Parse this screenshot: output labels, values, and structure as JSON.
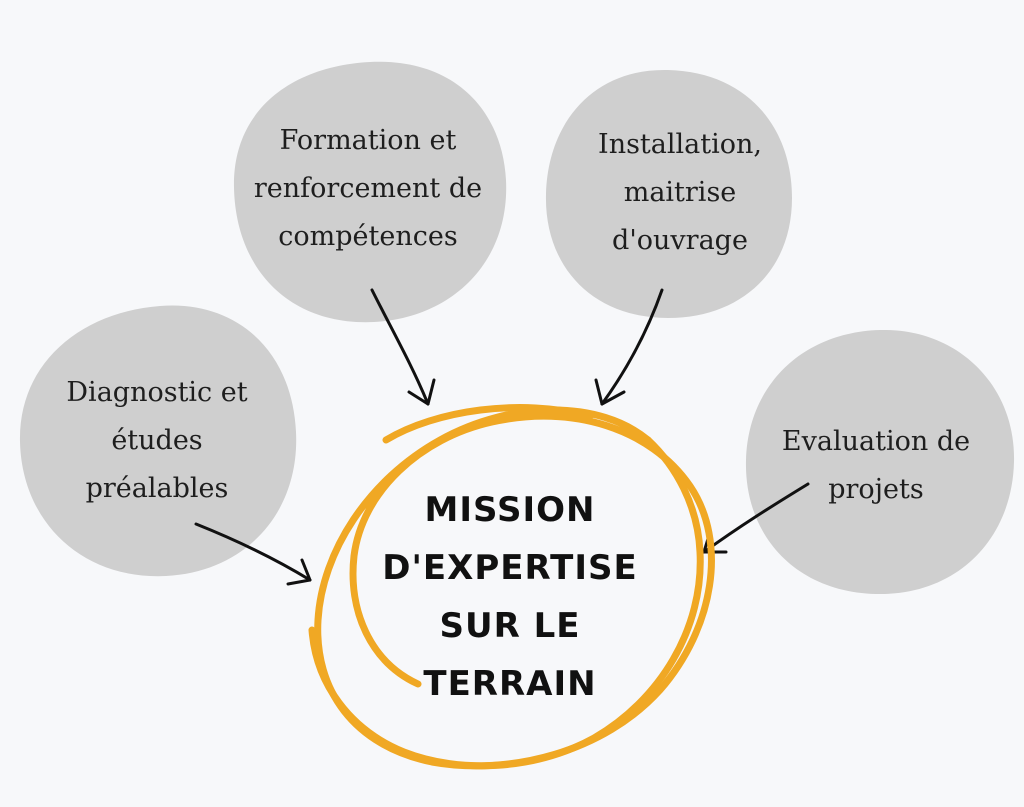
{
  "diagram": {
    "center": {
      "lines": [
        "MISSION",
        "D'EXPERTISE",
        "SUR LE",
        "TERRAIN"
      ]
    },
    "nodes": {
      "formation": {
        "lines": [
          "Formation et",
          "renforcement de",
          "compétences"
        ]
      },
      "installation": {
        "lines": [
          "Installation,",
          "maitrise",
          "d'ouvrage"
        ]
      },
      "diagnostic": {
        "lines": [
          "Diagnostic et",
          "études",
          "préalables"
        ]
      },
      "evaluation": {
        "lines": [
          "Evaluation de",
          "projets"
        ]
      }
    },
    "colors": {
      "background": "#f7f8fa",
      "bubble": "#cfcfcf",
      "circle_stroke": "#f0a824",
      "arrow": "#111111"
    }
  }
}
